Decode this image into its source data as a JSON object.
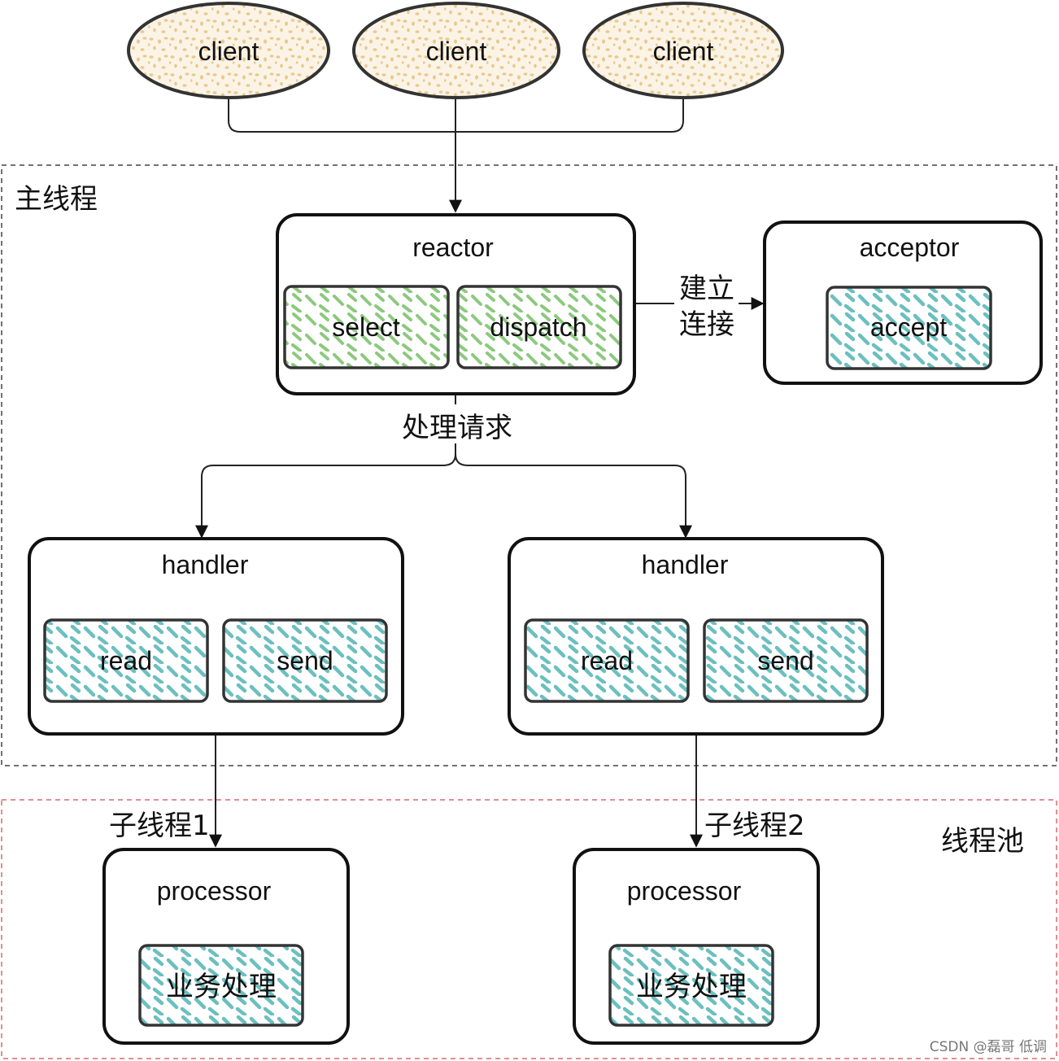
{
  "colors": {
    "client_fill": "#f0d8a8",
    "green_hatch": "#8cc97e",
    "teal_hatch": "#6cbfbf",
    "main_border": "#444444",
    "pool_border": "#d66a6a"
  },
  "clients": [
    {
      "label": "client"
    },
    {
      "label": "client"
    },
    {
      "label": "client"
    }
  ],
  "main_thread": {
    "label": "主线程",
    "reactor": {
      "title": "reactor",
      "select": "select",
      "dispatch": "dispatch"
    },
    "connect_label_line1": "建立",
    "connect_label_line2": "连接",
    "acceptor": {
      "title": "acceptor",
      "accept": "accept"
    },
    "handle_request_label": "处理请求",
    "handlers": [
      {
        "title": "handler",
        "read": "read",
        "send": "send"
      },
      {
        "title": "handler",
        "read": "read",
        "send": "send"
      }
    ]
  },
  "thread_pool": {
    "label": "线程池",
    "subthreads": [
      {
        "label": "子线程1",
        "processor_title": "processor",
        "task": "业务处理"
      },
      {
        "label": "子线程2",
        "processor_title": "processor",
        "task": "业务处理"
      }
    ]
  },
  "watermark": "CSDN @磊哥 低调"
}
